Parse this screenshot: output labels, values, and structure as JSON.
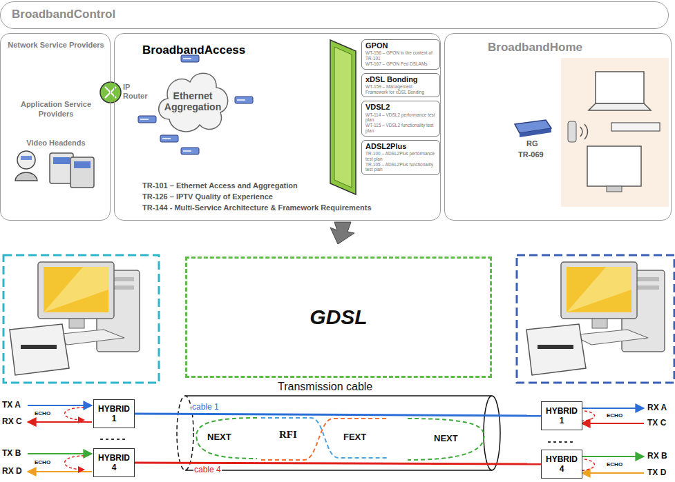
{
  "diagram": {
    "nodes": [
      {
        "text": [
          "BroadbandControl"
        ]
      },
      {
        "text": [
          "Network Service Providers",
          "Application Service Providers",
          "Video Headends"
        ]
      },
      {
        "text": [
          "BroadbandAccess",
          "TR-101 – Ethernet Access and Aggregation",
          "TR-126 – IPTV Quality of Experience",
          "TR-144 - Multi-Service Architecture & Framework Requirements"
        ]
      },
      {
        "text": [
          "Ethernet Aggregation"
        ],
        "in": 2
      },
      {
        "text": [
          "GPON",
          "WT-156 – GPON in the context of TR-101",
          "WT-167 – GPON Fed DSLAMs"
        ],
        "in": 2
      },
      {
        "text": [
          "xDSL Bonding",
          "WT-159 – Management Framework for xDSL Bonding"
        ],
        "in": 2
      },
      {
        "text": [
          "VDSL2",
          "WT-114 – VDSL2 performance test plan",
          "WT-115 – VDSL2 functionality test plan"
        ],
        "in": 2
      },
      {
        "text": [
          "ADSL2Plus",
          "TR-100 – ADSL2Plus performance test plan",
          "TR-105 – ADSL2Plus functionality test plan"
        ],
        "in": 2
      },
      {
        "text": [
          "BroadbandHome"
        ]
      },
      {
        "text": [
          "GDSL"
        ]
      },
      {
        "text": [
          "HYBRID 1"
        ]
      },
      {
        "text": [
          "HYBRID 4"
        ]
      },
      {
        "text": [
          "HYBRID 1"
        ]
      },
      {
        "text": [
          "HYBRID 4"
        ]
      }
    ],
    "edges": [
      {
        "from": 10,
        "to": 12,
        "arrow": "none",
        "label": "cable 1"
      },
      {
        "from": 11,
        "to": 13,
        "arrow": "none",
        "label": "cable 4"
      }
    ],
    "labels": [
      "IP Router",
      "RG",
      "TR-069",
      "Transmission cable",
      "TX A",
      "ECHO",
      "RX C",
      "TX B",
      "ECHO",
      "RX D",
      "RX A",
      "ECHO",
      "TX C",
      "RX B",
      "ECHO",
      "TX D",
      "NEXT",
      "RFI",
      "FEXT",
      "NEXT"
    ]
  }
}
